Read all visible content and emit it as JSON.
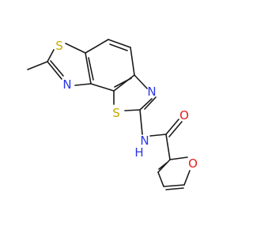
{
  "molecule": {
    "atoms": {
      "s_top": {
        "label": "S",
        "color": "#c8a800"
      },
      "n_thiazole_a": {
        "label": "N",
        "color": "#2a36e6"
      },
      "n_thiazole_b": {
        "label": "N",
        "color": "#2a36e6"
      },
      "s_bottom": {
        "label": "S",
        "color": "#c8a800"
      },
      "nh": {
        "label": "N",
        "color": "#2a36e6"
      },
      "h": {
        "label": "H",
        "color": "#2a36e6"
      },
      "o_carbonyl": {
        "label": "O",
        "color": "#e0211b"
      },
      "o_furan": {
        "label": "O",
        "color": "#e0211b"
      }
    },
    "bond_color": "#1a1a1a"
  }
}
